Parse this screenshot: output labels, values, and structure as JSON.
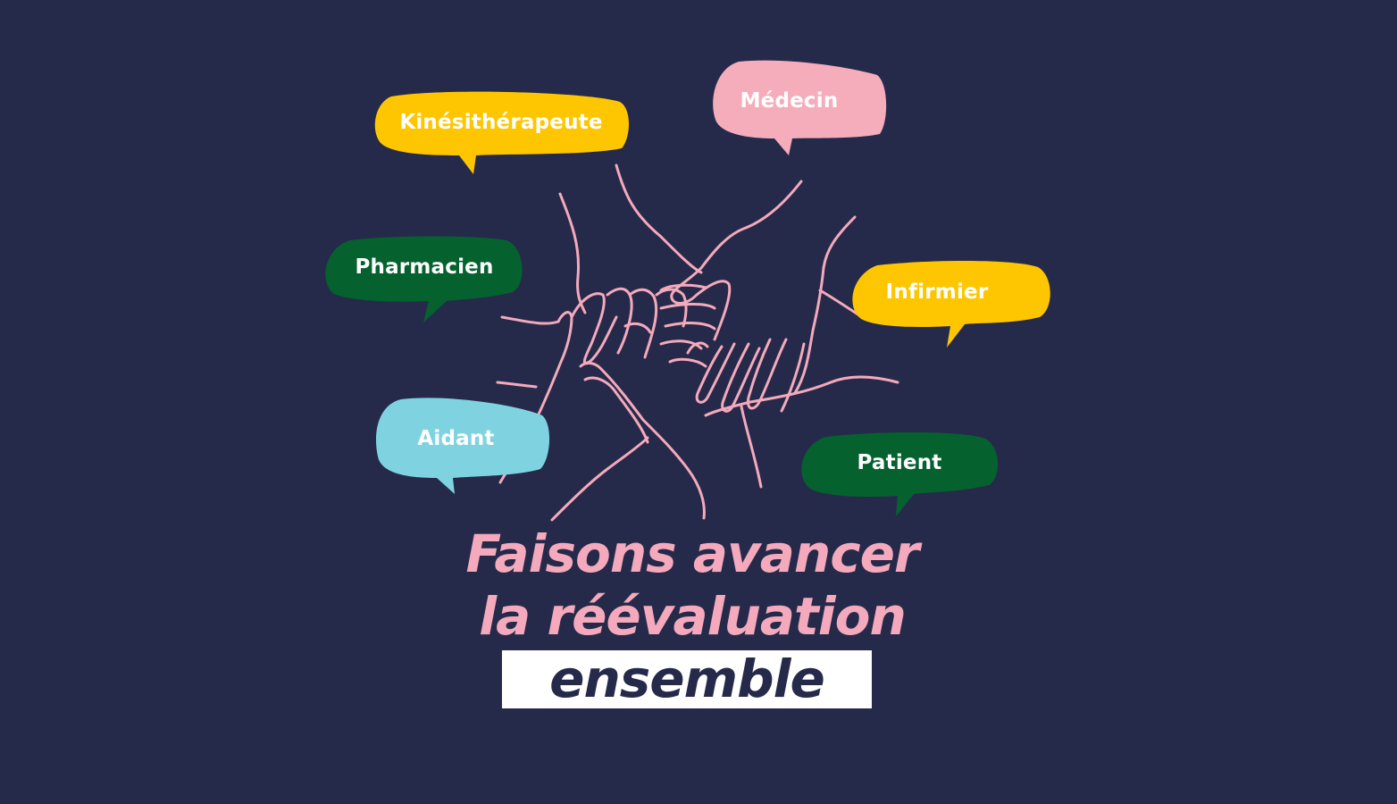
{
  "colors": {
    "background": "#262a4a",
    "line_pink": "#f4aabc",
    "yellow": "#fec601",
    "pink": "#f5adbc",
    "green": "#05622f",
    "cyan": "#7fd3e0",
    "white": "#ffffff",
    "navy_text": "#262a4a"
  },
  "bubbles": [
    {
      "id": "kinesitherapeute",
      "label": "Kinésithérapeute",
      "color": "#fec601"
    },
    {
      "id": "medecin",
      "label": "Médecin",
      "color": "#f5adbc"
    },
    {
      "id": "pharmacien",
      "label": "Pharmacien",
      "color": "#05622f"
    },
    {
      "id": "infirmier",
      "label": "Infirmier",
      "color": "#fec601"
    },
    {
      "id": "aidant",
      "label": "Aidant",
      "color": "#7fd3e0"
    },
    {
      "id": "patient",
      "label": "Patient",
      "color": "#05622f"
    }
  ],
  "headline": {
    "line1": "Faisons avancer",
    "line2": "la réévaluation",
    "highlight": "ensemble"
  },
  "illustration": {
    "icon": "stacked-hands-icon"
  }
}
